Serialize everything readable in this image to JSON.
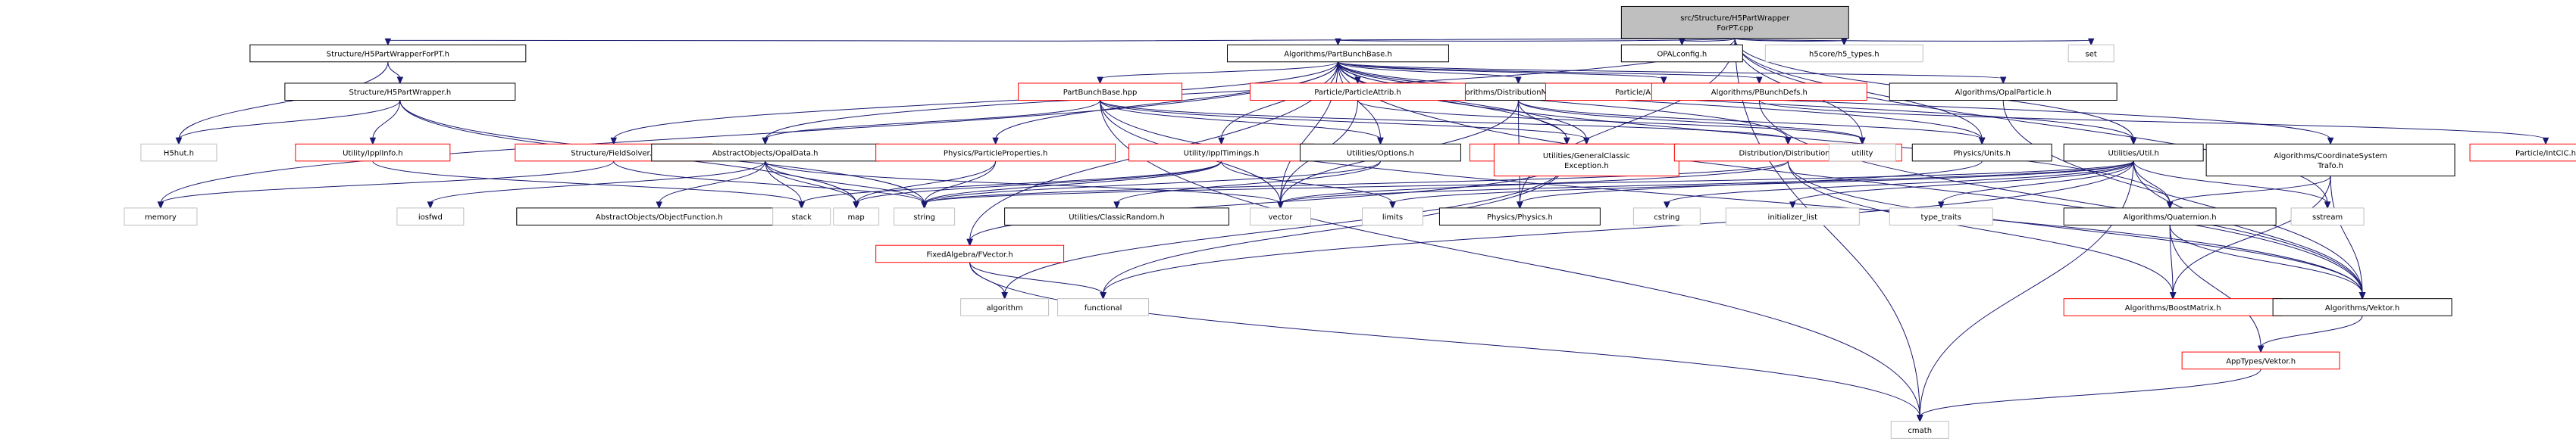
{
  "diagram": {
    "title": "",
    "colors": {
      "root_fill": "#bfbfbf",
      "normal_stroke": "#000000",
      "missing_stroke": "#bfbfbf",
      "external_stroke": "#ff0000",
      "edge": "#191970"
    },
    "nodes": [
      {
        "id": "root",
        "lines": [
          "src/Structure/H5PartWrapper",
          "ForPT.cpp"
        ],
        "style": "root"
      },
      {
        "id": "h5pwfpt",
        "lines": [
          "Structure/H5PartWrapperForPT.h"
        ],
        "style": "normal"
      },
      {
        "id": "partbunchbase",
        "lines": [
          "Algorithms/PartBunchBase.h"
        ],
        "style": "normal"
      },
      {
        "id": "opalconfig",
        "lines": [
          "OPALconfig.h"
        ],
        "style": "normal"
      },
      {
        "id": "h5types",
        "lines": [
          "h5core/h5_types.h"
        ],
        "style": "missing"
      },
      {
        "id": "set",
        "lines": [
          "set"
        ],
        "style": "missing"
      },
      {
        "id": "h5pw",
        "lines": [
          "Structure/H5PartWrapper.h"
        ],
        "style": "normal"
      },
      {
        "id": "partbunchbasehpp",
        "lines": [
          "PartBunchBase.hpp"
        ],
        "style": "red"
      },
      {
        "id": "distmoments",
        "lines": [
          "Algorithms/DistributionMoments.h"
        ],
        "style": "normal"
      },
      {
        "id": "particleattrib",
        "lines": [
          "Particle/ParticleAttrib.h"
        ],
        "style": "red"
      },
      {
        "id": "abstractparticle",
        "lines": [
          "Particle/AbstractParticle.h"
        ],
        "style": "red"
      },
      {
        "id": "pbunchdefs",
        "lines": [
          "Algorithms/PBunchDefs.h"
        ],
        "style": "red"
      },
      {
        "id": "opalparticle",
        "lines": [
          "Algorithms/OpalParticle.h"
        ],
        "style": "normal"
      },
      {
        "id": "h5hut",
        "lines": [
          "H5hut.h"
        ],
        "style": "missing"
      },
      {
        "id": "ippinfo",
        "lines": [
          "Utility/IpplInfo.h"
        ],
        "style": "red"
      },
      {
        "id": "fieldsolver",
        "lines": [
          "Structure/FieldSolver.h"
        ],
        "style": "red"
      },
      {
        "id": "opaldata",
        "lines": [
          "AbstractObjects/OpalData.h"
        ],
        "style": "normal"
      },
      {
        "id": "particleprops",
        "lines": [
          "Physics/ParticleProperties.h"
        ],
        "style": "red"
      },
      {
        "id": "ippltimings",
        "lines": [
          "Utility/IpplTimings.h"
        ],
        "style": "red"
      },
      {
        "id": "options",
        "lines": [
          "Utilities/Options.h"
        ],
        "style": "normal"
      },
      {
        "id": "fmatrix",
        "lines": [
          "FixedAlgebra/FMatrix.h"
        ],
        "style": "red"
      },
      {
        "id": "genclassicexc",
        "lines": [
          "Utilities/GeneralClassic",
          "Exception.h"
        ],
        "style": "red"
      },
      {
        "id": "distribution",
        "lines": [
          "Distribution/Distribution.h"
        ],
        "style": "red"
      },
      {
        "id": "utility",
        "lines": [
          "utility"
        ],
        "style": "missing"
      },
      {
        "id": "units",
        "lines": [
          "Physics/Units.h"
        ],
        "style": "normal"
      },
      {
        "id": "util",
        "lines": [
          "Utilities/Util.h"
        ],
        "style": "normal"
      },
      {
        "id": "coordsys",
        "lines": [
          "Algorithms/CoordinateSystem",
          "Trafo.h"
        ],
        "style": "normal"
      },
      {
        "id": "intcic",
        "lines": [
          "Particle/IntCIC.h"
        ],
        "style": "red"
      },
      {
        "id": "memory",
        "lines": [
          "memory"
        ],
        "style": "missing"
      },
      {
        "id": "iosfwd",
        "lines": [
          "iosfwd"
        ],
        "style": "missing"
      },
      {
        "id": "objfunction",
        "lines": [
          "AbstractObjects/ObjectFunction.h"
        ],
        "style": "normal"
      },
      {
        "id": "stack",
        "lines": [
          "stack"
        ],
        "style": "missing"
      },
      {
        "id": "map",
        "lines": [
          "map"
        ],
        "style": "missing"
      },
      {
        "id": "string",
        "lines": [
          "string"
        ],
        "style": "missing"
      },
      {
        "id": "classicrandom",
        "lines": [
          "Utilities/ClassicRandom.h"
        ],
        "style": "normal"
      },
      {
        "id": "vector",
        "lines": [
          "vector"
        ],
        "style": "missing"
      },
      {
        "id": "limits",
        "lines": [
          "limits"
        ],
        "style": "missing"
      },
      {
        "id": "physics",
        "lines": [
          "Physics/Physics.h"
        ],
        "style": "normal"
      },
      {
        "id": "cstring",
        "lines": [
          "cstring"
        ],
        "style": "missing"
      },
      {
        "id": "initlist",
        "lines": [
          "initializer_list"
        ],
        "style": "missing"
      },
      {
        "id": "typetraits",
        "lines": [
          "type_traits"
        ],
        "style": "missing"
      },
      {
        "id": "quaternion",
        "lines": [
          "Algorithms/Quaternion.h"
        ],
        "style": "normal"
      },
      {
        "id": "sstream",
        "lines": [
          "sstream"
        ],
        "style": "missing"
      },
      {
        "id": "fvector",
        "lines": [
          "FixedAlgebra/FVector.h"
        ],
        "style": "red"
      },
      {
        "id": "algorithm",
        "lines": [
          "algorithm"
        ],
        "style": "missing"
      },
      {
        "id": "functional",
        "lines": [
          "functional"
        ],
        "style": "missing"
      },
      {
        "id": "boostmatrix",
        "lines": [
          "Algorithms/BoostMatrix.h"
        ],
        "style": "red"
      },
      {
        "id": "algvektor",
        "lines": [
          "Algorithms/Vektor.h"
        ],
        "style": "normal"
      },
      {
        "id": "apptypesvektor",
        "lines": [
          "AppTypes/Vektor.h"
        ],
        "style": "red"
      },
      {
        "id": "cmath",
        "lines": [
          "cmath"
        ],
        "style": "missing"
      }
    ]
  }
}
